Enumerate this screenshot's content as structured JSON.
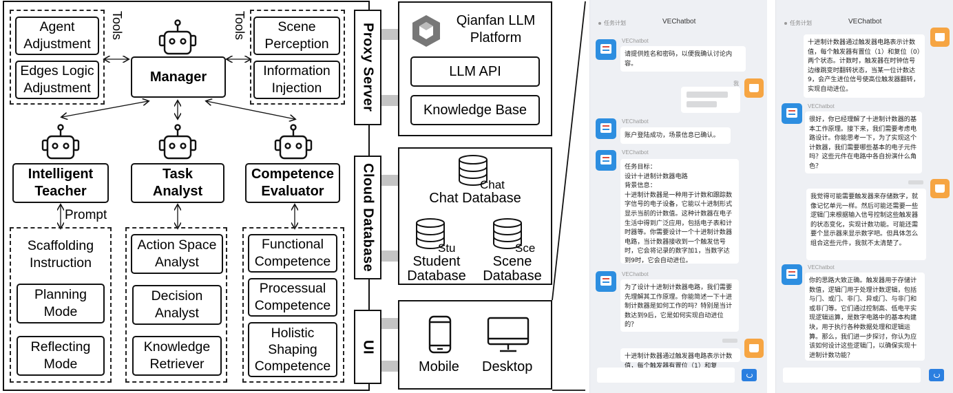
{
  "diagram": {
    "tools_left": "Tools",
    "tools_right": "Tools",
    "prompt": "Prompt",
    "manager": "Manager",
    "agent_adjustment": [
      "Agent",
      "Adjustment"
    ],
    "edges_logic": [
      "Edges Logic",
      "Adjustment"
    ],
    "scene_perception": [
      "Scene",
      "Perception"
    ],
    "information_injection": [
      "Information",
      "Injection"
    ],
    "intelligent_teacher": [
      "Intelligent",
      "Teacher"
    ],
    "task_analyst": [
      "Task",
      "Analyst"
    ],
    "competence_evaluator": [
      "Competence",
      "Evaluator"
    ],
    "teacher_modes": [
      [
        "Scaffolding",
        "Instruction"
      ],
      [
        "Planning",
        "Mode"
      ],
      [
        "Reflecting",
        "Mode"
      ]
    ],
    "analyst_modules": [
      [
        "Action Space",
        "Analyst"
      ],
      [
        "Decision",
        "Analyst"
      ],
      [
        "Knowledge",
        "Retriever"
      ]
    ],
    "competence_types": [
      [
        "Functional",
        "Competence"
      ],
      [
        "Processual",
        "Competence"
      ],
      [
        "Holistic",
        "Shaping",
        "Competence"
      ]
    ],
    "proxy_server": "Proxy Server",
    "cloud_database": "Cloud Database",
    "ui_label": "UI",
    "qianfan": [
      "Qianfan LLM",
      "Platform"
    ],
    "llm_api": "LLM API",
    "knowledge_base": "Knowledge Base",
    "chat_db_tag": "Chat",
    "chat_db": "Chat Database",
    "stu_tag": "Stu",
    "student_db": [
      "Student",
      "Database"
    ],
    "sce_tag": "Sce",
    "scene_db": [
      "Scene",
      "Database"
    ],
    "mobile": "Mobile",
    "desktop": "Desktop"
  },
  "chat_left": {
    "tab": "任务计划",
    "title": "VEChatbot",
    "bot_name": "VEChatbot",
    "user_name": "我",
    "msg1": "请提供姓名和密码，以便我确认讨论内容。",
    "msg2": "账户登陆成功，场景信息已确认。",
    "msg3": "任务目标：\n设计十进制计数器电路\n背景信息：\n十进制计数器是一种用于计数和跟踪数字信号的电子设备，它能以十进制形式显示当前的计数值。这种计数器在电子生活中得到广泛应用，包括电子表和计时器等。你需要设计一个十进制计数器电路，当计数器接收到一个触发信号时，它会将记录的数字加1，当数字达到9时，它会自动进位。",
    "msg4": "为了设计十进制计数器电路，我们需要先理解其工作原理。你能简述一下十进制计数器是如何工作的吗？特别是当计数达到9后，它是如何实现自动进位的？",
    "msg5": "十进制计数器通过触发器电路表示计数值，每个触发器有置位（1）和复"
  },
  "chat_right": {
    "tab": "任务计划",
    "title": "VEChatbot",
    "bot_name": "VEChatbot",
    "msg1": "十进制计数器通过触发器电路表示计数值，每个触发器有置位（1）和复位（0）两个状态。计数时，触发器在时钟信号边缘跳变时翻转状态，当某一位计数达9，会产生进位信号使高位触发器翻转，实现自动进位。",
    "msg2": "很好，你已经理解了十进制计数器的基本工作原理。接下来，我们需要考虑电路设计。你能思考一下，为了实现这个计数器，我们需要哪些基本的电子元件吗？这些元件在电路中各自扮演什么角色？",
    "msg3": "我觉得可能需要触发器来存储数字，就像记忆单元一样。然后可能还需要一些逻辑门来根据输入信号控制这些触发器的状态变化，实现计数功能。可能还需要个显示器来显示数字吧。但具体怎么组合这些元件，我就不太清楚了。",
    "msg4": "你的思路大致正确。触发器用于存储计数值，逻辑门用于处理计数逻辑，包括与门、或门、非门、异或门、与非门和或非门等。它们通过控制高、低电平实现逻辑运算，是数字电路中的基本构建块，用于执行各种数据处理和逻辑运算。那么，我们进一步探讨，你认为应该如何设计这些逻辑门，以确保实现十进制计数功能？"
  }
}
